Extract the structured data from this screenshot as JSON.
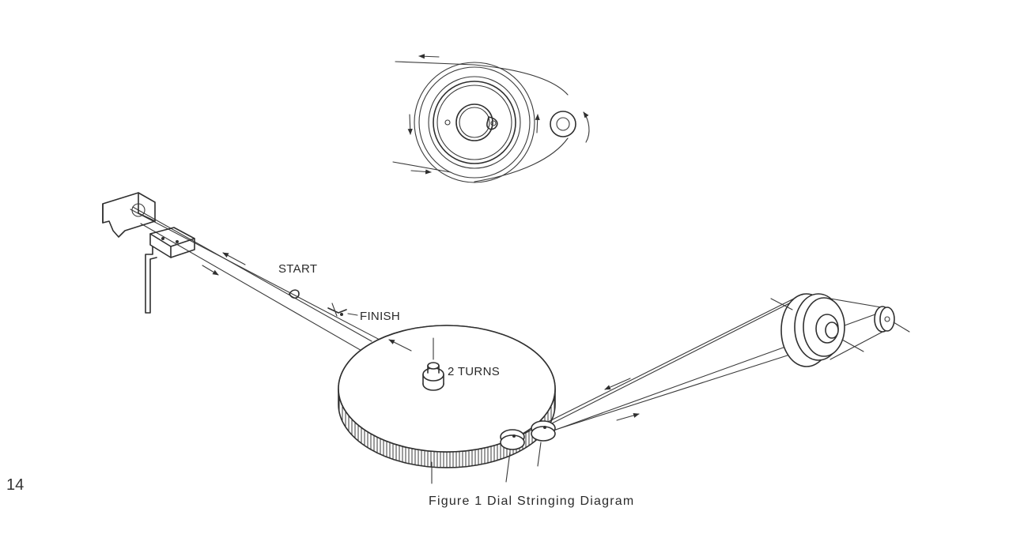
{
  "labels": {
    "start": "START",
    "finish": "FINISH",
    "turns": "2 TURNS"
  },
  "page_number": "14",
  "caption": "Figure 1 Dial Stringing Diagram"
}
